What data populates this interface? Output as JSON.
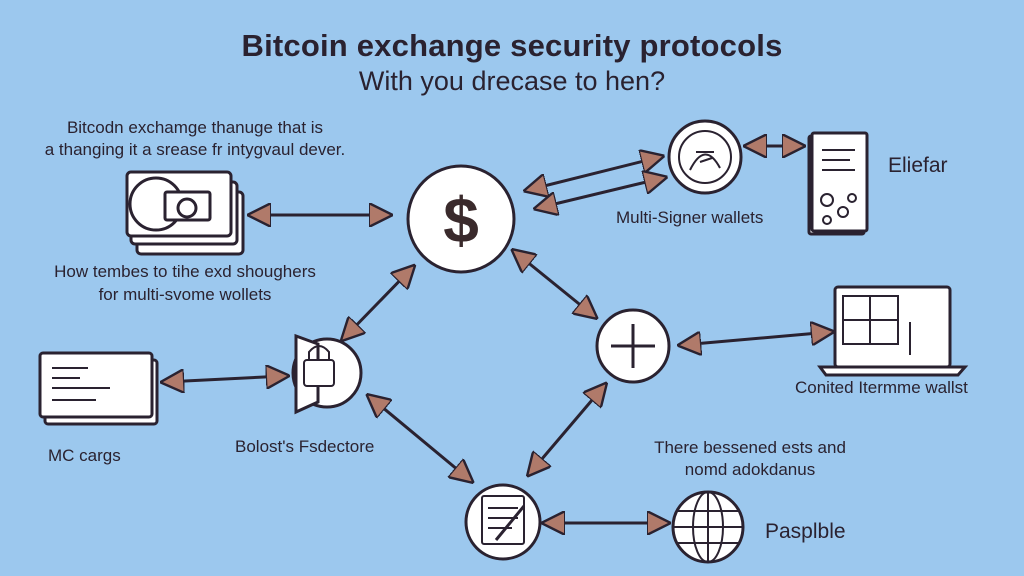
{
  "title": "Bitcoin exchange security protocols",
  "subtitle": "With you drecase to hen?",
  "labels": {
    "top_left_line1": "Bitcodn exchamge thanuge that is",
    "top_left_line2": "a thanging it a srease fr intygvaul dever.",
    "mid_left_line1": "How tembes to tihe exd shoughers",
    "mid_left_line2": "for multi-svome wollets",
    "multi_signer": "Multi-Signer wallets",
    "eliefar": "Eliefar",
    "mc_cargs": "MC cargs",
    "bolost": "Bolost's Fsdectore",
    "conited": "Conited Itermme wallst",
    "there_line1": "There bessened ests and",
    "there_line2": "nomd adokdanus",
    "pasplble": "Pasplble"
  },
  "center_symbol": "$",
  "colors": {
    "background": "#9cc8ee",
    "stroke": "#2a2230",
    "arrow_head": "#b07a6a",
    "node_fill": "#ffffff"
  }
}
